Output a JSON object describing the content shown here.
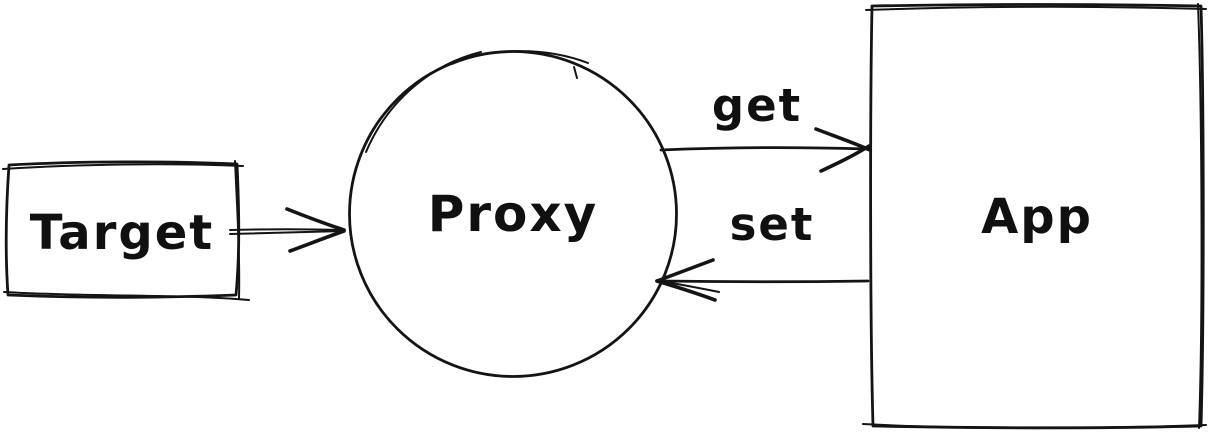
{
  "diagram": {
    "style": "hand-drawn whiteboard sketch",
    "background_color": "#ffffff",
    "stroke_color": "#141414",
    "nodes": [
      {
        "id": "target",
        "shape": "rectangle",
        "label": "Target"
      },
      {
        "id": "proxy",
        "shape": "circle",
        "label": "Proxy"
      },
      {
        "id": "app",
        "shape": "rectangle",
        "label": "App"
      }
    ],
    "edges": [
      {
        "id": "target-to-proxy",
        "from": "target",
        "to": "proxy",
        "label": ""
      },
      {
        "id": "proxy-to-app",
        "from": "proxy",
        "to": "app",
        "label": "get"
      },
      {
        "id": "app-to-proxy",
        "from": "app",
        "to": "proxy",
        "label": "set"
      }
    ]
  }
}
